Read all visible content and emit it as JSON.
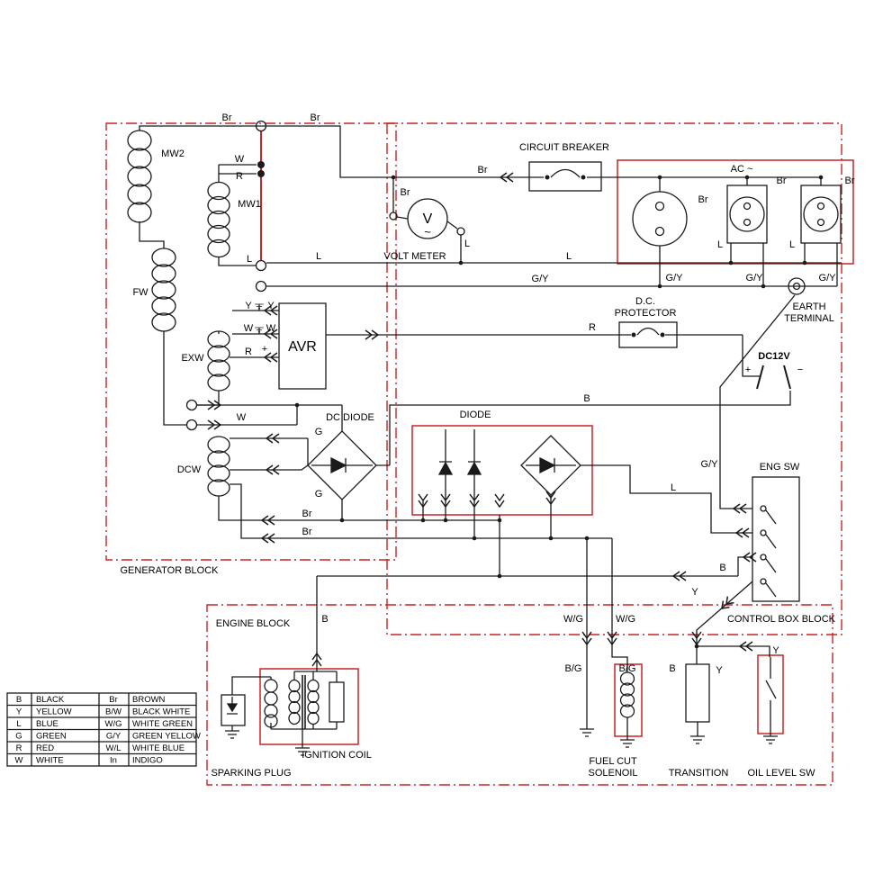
{
  "diagram": {
    "blocks": {
      "generator": "GENERATOR BLOCK",
      "engine": "ENGINE BLOCK",
      "control_box": "CONTROL BOX BLOCK"
    },
    "components": {
      "mw2": "MW2",
      "mw1": "MW1",
      "fw": "FW",
      "exw": "EXW",
      "dcw": "DCW",
      "avr": "AVR",
      "dc_diode": "DC DIODE",
      "diode": "DIODE",
      "volt_meter": "VOLT METER",
      "volt_meter_v": "V",
      "volt_meter_ac": "~",
      "circuit_breaker": "CIRCUIT BREAKER",
      "ac_outlet": "AC ~",
      "earth_line1": "EARTH",
      "earth_line2": "TERMINAL",
      "dc_protector_line1": "D.C.",
      "dc_protector_line2": "PROTECTOR",
      "dc12v": "DC12V",
      "plus": "+",
      "minus": "−",
      "eng_sw": "ENG SW",
      "sparking_plug": "SPARKING PLUG",
      "ignition_coil": "IGNITION COIL",
      "fuel_cut_line1": "FUEL CUT",
      "fuel_cut_line2": "SOLENOIL",
      "transition": "TRANSITION",
      "oil_level_sw": "OIL LEVEL SW"
    },
    "wire_codes": {
      "br": "Br",
      "w": "W",
      "r": "R",
      "l": "L",
      "y": "Y",
      "b": "B",
      "g": "G",
      "gy": "G/Y",
      "wg": "W/G",
      "bg": "B/G"
    }
  },
  "legend": {
    "rows": [
      {
        "c1": "B",
        "n1": "BLACK",
        "c2": "Br",
        "n2": "BROWN"
      },
      {
        "c1": "Y",
        "n1": "YELLOW",
        "c2": "B/W",
        "n2": "BLACK  WHITE"
      },
      {
        "c1": "L",
        "n1": "BLUE",
        "c2": "W/G",
        "n2": "WHITE GREEN"
      },
      {
        "c1": "G",
        "n1": "GREEN",
        "c2": "G/Y",
        "n2": "GREEN YELLOW"
      },
      {
        "c1": "R",
        "n1": "RED",
        "c2": "W/L",
        "n2": "WHITE BLUE"
      },
      {
        "c1": "W",
        "n1": "WHITE",
        "c2": "In",
        "n2": "INDIGO"
      }
    ]
  },
  "colors": {
    "line": "#1a1a1a",
    "highlight": "#cc2222",
    "background": "#ffffff"
  }
}
